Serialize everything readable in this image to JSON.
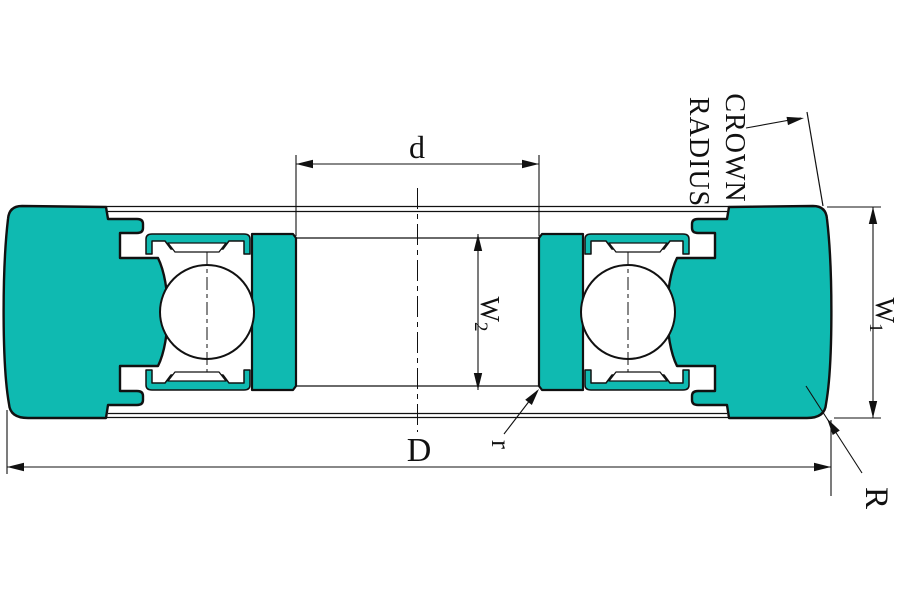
{
  "diagram": {
    "type": "technical-drawing-bearing-cross-section",
    "colors": {
      "ring_fill": "#0fbab1",
      "line": "#111111",
      "background": "#ffffff"
    },
    "labels": {
      "bore_diameter": "d",
      "outer_diameter": "D",
      "outer_width_base": "W",
      "outer_width_sub": "1",
      "inner_width_base": "W",
      "inner_width_sub": "2",
      "inner_corner_radius": "r",
      "outer_corner_radius": "R",
      "crown_line1": "CROWN",
      "crown_line2": "RADIUS"
    }
  }
}
